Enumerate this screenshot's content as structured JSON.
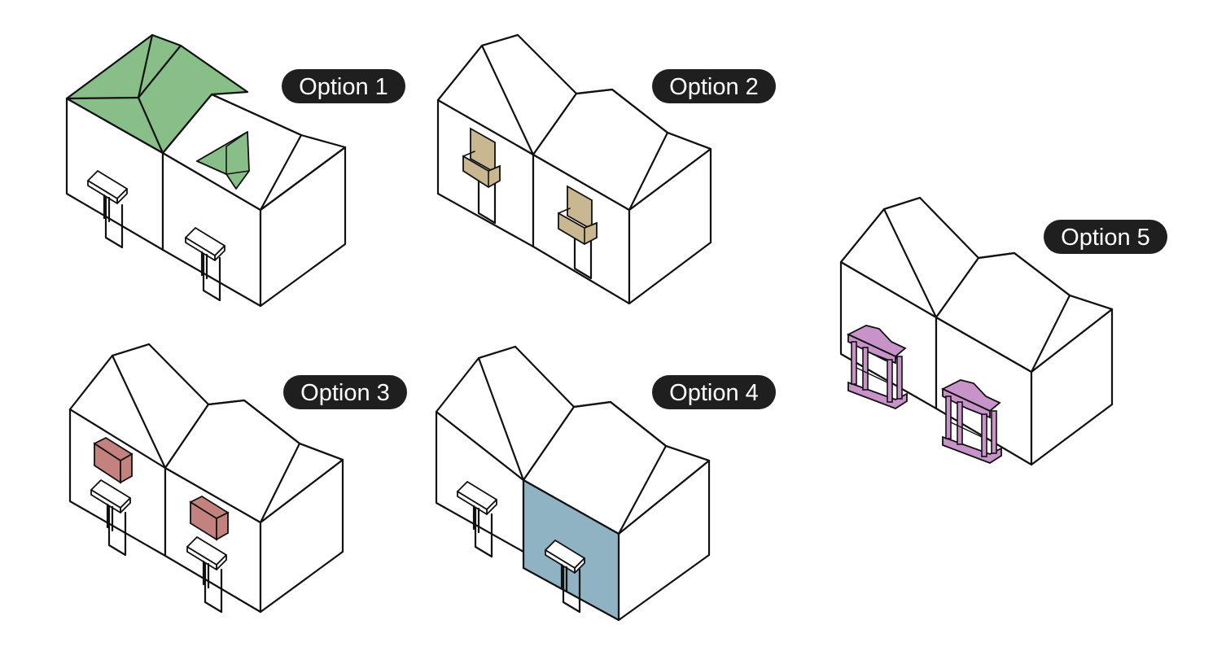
{
  "options": [
    {
      "id": "option-1",
      "label": "Option 1",
      "modification": "roof",
      "color": "#88bf88"
    },
    {
      "id": "option-2",
      "label": "Option 2",
      "modification": "balcony",
      "color": "#c8b790"
    },
    {
      "id": "option-3",
      "label": "Option 3",
      "modification": "wall-box",
      "color": "#c4827f"
    },
    {
      "id": "option-4",
      "label": "Option 4",
      "modification": "facade",
      "color": "#8fb3c2"
    },
    {
      "id": "option-5",
      "label": "Option 5",
      "modification": "porch",
      "color": "#c793c9"
    }
  ]
}
